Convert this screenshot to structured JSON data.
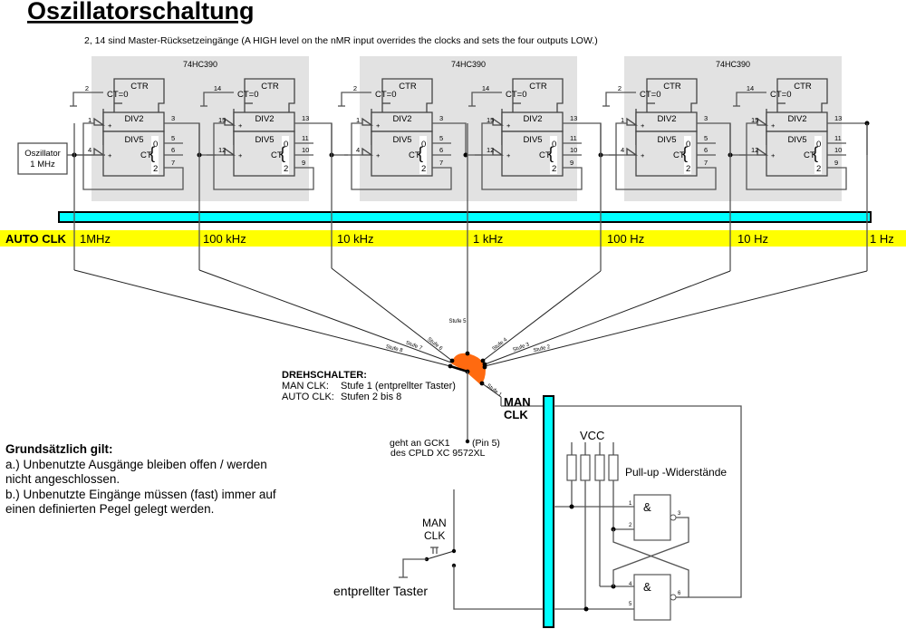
{
  "title": "Oszillatorschaltung",
  "note": "2, 14 sind Master-Rücksetzeingänge (A HIGH level on the nMR input overrides the clocks and sets the four outputs LOW.)",
  "oscillator": {
    "line1": "Oszillator",
    "line2": "1 MHz"
  },
  "chips": [
    {
      "label": "74HC390"
    },
    {
      "label": "74HC390"
    },
    {
      "label": "74HC390"
    }
  ],
  "counter_block": {
    "ctr": "CTR",
    "ct0": "CT=0",
    "div2": "DIV2",
    "div5": "DIV5",
    "ct": "CT",
    "plus": "+",
    "q0": "0",
    "q2": "2"
  },
  "counter_halves": [
    {
      "reset_pin": "2",
      "clk2_pin": "1",
      "clk5_pin": "4",
      "q_div2": "3",
      "q0": "5",
      "q1": "6",
      "q2": "7"
    },
    {
      "reset_pin": "14",
      "clk2_pin": "15",
      "clk5_pin": "12",
      "q_div2": "13",
      "q0": "11",
      "q1": "10",
      "q2": "9"
    }
  ],
  "auto_clk_label": "AUTO CLK",
  "frequencies": [
    "1MHz",
    "100 kHz",
    "10 kHz",
    "1 kHz",
    "100  Hz",
    "10 Hz",
    "1  Hz"
  ],
  "switch_positions": [
    "Stufe 1",
    "Stufe 2",
    "Stufe 3",
    "Stufe 4",
    "Stufe 5",
    "Stufe 6",
    "Stufe 7",
    "Stufe 8"
  ],
  "drehschalter": {
    "heading": "DREHSCHALTER:",
    "man_key": "MAN CLK:",
    "man_val": "Stufe 1 (entprellter Taster)",
    "auto_key": "AUTO CLK:",
    "auto_val": "Stufen 2 bis 8"
  },
  "man_clk_label": {
    "line1": "MAN",
    "line2": "CLK"
  },
  "gck": {
    "line1": "geht an GCK1",
    "pin": "(Pin 5)",
    "line2": "des CPLD XC 9572XL"
  },
  "grundsatz": {
    "heading": "Grundsätzlich gilt:",
    "lines": [
      "a.) Unbenutzte Ausgänge bleiben offen / werden",
      "nicht angeschlossen.",
      "b.) Unbenutzte Eingänge müssen (fast) immer auf",
      "einen definierten Pegel gelegt werden."
    ]
  },
  "vcc": "VCC",
  "pullup": "Pull-up -Widerstände",
  "nand_gates": [
    {
      "symbol": "&",
      "in1": "1",
      "in2": "2",
      "out": "3"
    },
    {
      "symbol": "&",
      "in1": "4",
      "in2": "5",
      "out": "6"
    }
  ],
  "taster": {
    "line1": "MAN",
    "line2": "CLK",
    "caption": "entprellter Taster"
  },
  "colors": {
    "bus": "#00ffff",
    "freq_band": "#ffff00",
    "switch": "#ff6a10",
    "chip_bg": "#e2e2e2"
  }
}
